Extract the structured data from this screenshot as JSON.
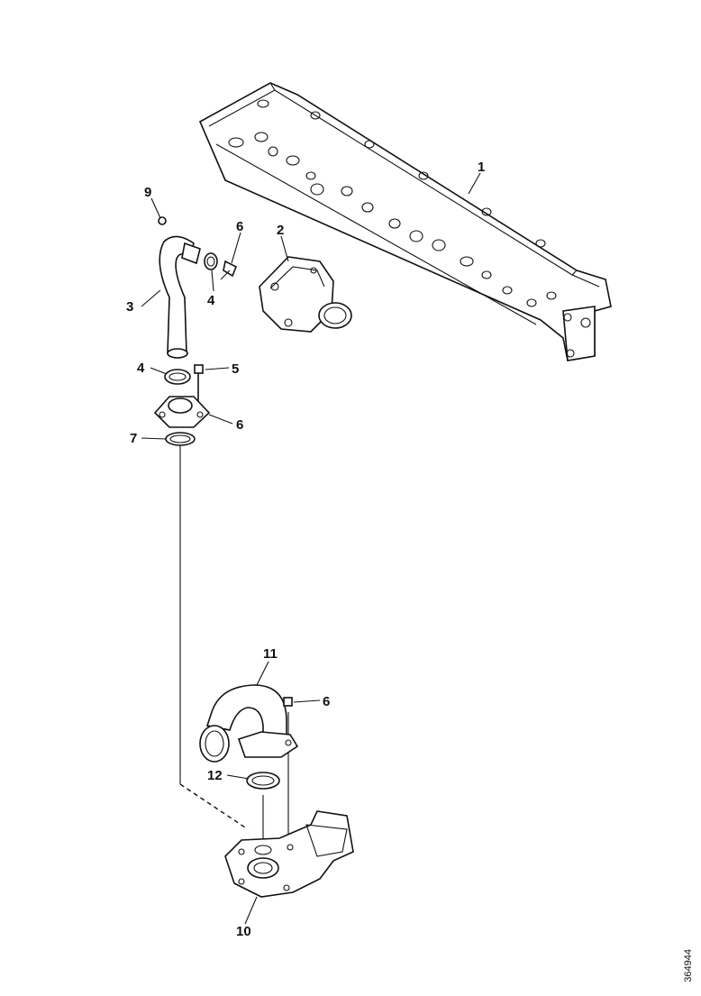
{
  "callouts": [
    {
      "id": "c1",
      "label": "1"
    },
    {
      "id": "c2",
      "label": "2"
    },
    {
      "id": "c3",
      "label": "3"
    },
    {
      "id": "c4a",
      "label": "4"
    },
    {
      "id": "c4b",
      "label": "4"
    },
    {
      "id": "c5",
      "label": "5"
    },
    {
      "id": "c6a",
      "label": "6"
    },
    {
      "id": "c6b",
      "label": "6"
    },
    {
      "id": "c6c",
      "label": "6"
    },
    {
      "id": "c7",
      "label": "7"
    },
    {
      "id": "c9",
      "label": "9"
    },
    {
      "id": "c10",
      "label": "10"
    },
    {
      "id": "c11",
      "label": "11"
    },
    {
      "id": "c12",
      "label": "12"
    }
  ],
  "reference_number": "364944"
}
